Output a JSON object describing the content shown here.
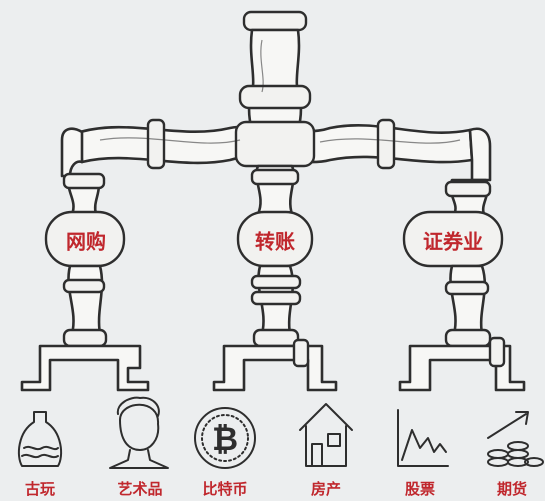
{
  "hubs": [
    {
      "label": "网购"
    },
    {
      "label": "转账"
    },
    {
      "label": "证券业"
    }
  ],
  "assets": [
    {
      "label": "古玩",
      "icon": "vase-icon"
    },
    {
      "label": "艺术品",
      "icon": "bust-statue-icon"
    },
    {
      "label": "比特币",
      "icon": "bitcoin-coin-icon"
    },
    {
      "label": "房产",
      "icon": "house-icon"
    },
    {
      "label": "股票",
      "icon": "stock-chart-icon"
    },
    {
      "label": "期货",
      "icon": "rising-coins-icon"
    }
  ],
  "colors": {
    "label": "#c0272d",
    "outline": "#2e2e2e",
    "background": "#eceeef"
  }
}
